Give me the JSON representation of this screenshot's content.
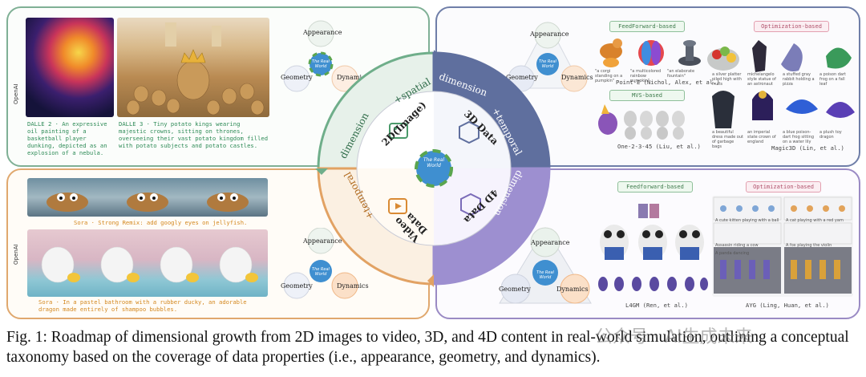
{
  "figure": {
    "top_left": {
      "brand": "OpenAI",
      "dalle2_caption": "DALLE 2 · An expressive oil painting of a basketball player dunking, depicted as an explosion of a nebula.",
      "dalle3_caption": "DALLE 3 · Tiny potato kings wearing majestic crowns, sitting on thrones, overseeing their vast potato kingdom filled with potato subjects and potato castles.",
      "triangle": {
        "top": "Appearance",
        "left": "Geometry",
        "right": "Dynamics",
        "center": "The Real World"
      }
    },
    "top_right": {
      "feedforward_label": "FeedForward-based",
      "optimization_label": "Optimization-based",
      "mvs_label": "MVS-based",
      "pointe_ref": "Point-E (Nichol, Alex, et al.)",
      "one2345_ref": "One-2-3-45 (Liu, et al.)",
      "magic3d_ref": "Magic3D (Lin, et al.)",
      "pointe_prompts": [
        "\"a corgi standing on a pumpkin\"",
        "\"a multicolored rainbow pumpkin\"",
        "\"an elaborate fountain\""
      ],
      "magic_prompts": [
        "a silver platter piled high with fruits",
        "michelangelo style statue of an astronaut",
        "a stuffed gray rabbit holding a pizza",
        "a poison dart frog on a fall leaf",
        "a beautiful dress made out of garbage bags",
        "an imperial state crown of england",
        "a blue poison-dart frog sitting on a water lily",
        "a plush toy dragon"
      ],
      "triangle": {
        "top": "Appearance",
        "left": "Geometry",
        "right": "Dynamics",
        "center": "The Real World"
      }
    },
    "bottom_left": {
      "brand": "OpenAI",
      "sora1_caption": "Sora · Strong Remix: add googly eyes on jellyfish.",
      "sora2_caption": "Sora · In a pastel bathroom with a rubber ducky, an adorable dragon made entirely of shampoo bubbles.",
      "triangle": {
        "top": "Appearance",
        "left": "Geometry",
        "right": "Dynamics",
        "center": "The Real World"
      }
    },
    "bottom_right": {
      "feedforward_label": "Feedforward-based",
      "optimization_label": "Optimization-based",
      "l4gm_ref": "L4GM (Ren, et al.)",
      "ayg_ref": "AYG (Ling, Huan, et al.)",
      "ayg_prompts": [
        "A cute kitten playing with a ball",
        "A cat playing with a red yarn",
        "Assassin riding a cow",
        "A fox playing the violin",
        "A panda dancing"
      ],
      "triangle": {
        "top": "Appearance",
        "left": "Geometry",
        "right": "Dynamics",
        "center": "The Real World"
      }
    },
    "center": {
      "q_2d": "2D(Image)",
      "q_3d": "3D Data",
      "q_video": "Video Data",
      "q_4d": "4D Data",
      "ring_spatial": "+spatial",
      "ring_dimension_tl": "dimension",
      "ring_dimension_tr": "dimension",
      "ring_temporal_tr": "+temporal",
      "ring_temporal_bl": "+temporal",
      "ring_dimension_br": "dimension",
      "globe": "The Real World"
    },
    "colors": {
      "green": "#6fae8a",
      "blue": "#5f6f9e",
      "orange": "#e2a263",
      "purple": "#9d8fd0"
    }
  },
  "caption": "Fig. 1: Roadmap of dimensional growth from 2D images to video, 3D, and 4D content in real-world simulation, outlining a conceptual taxonomy based on the coverage of data properties (i.e., appearance, geometry, and dynamics).",
  "watermark": "公众号 · AI生成未来"
}
